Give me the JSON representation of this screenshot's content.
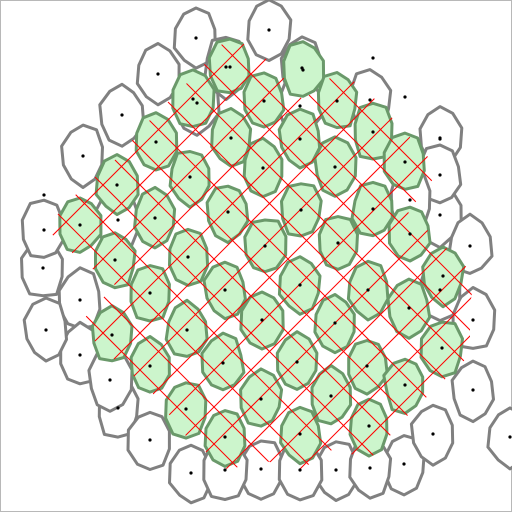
{
  "diagram": {
    "kind": "voronoi-tessellation",
    "colors": {
      "background": "#ffffff",
      "outer_cell_fill": "#ffffff",
      "outer_cell_stroke": "#808080",
      "inner_cell_fill": "#ccf5cc",
      "inner_cell_stroke": "#6a996a",
      "overlay_line": "#ff0000",
      "seed_point": "#000000"
    },
    "cell_count": {
      "outer": 36,
      "inner": 46,
      "isolated_seeds": 4
    }
  }
}
